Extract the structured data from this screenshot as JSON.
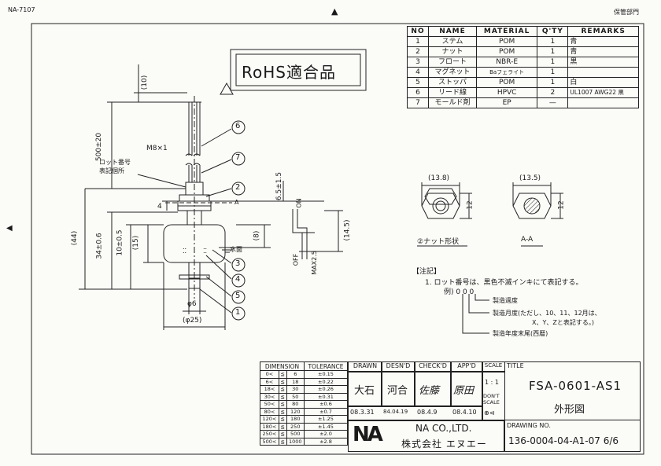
{
  "header": {
    "doc_no": "NA-7107",
    "dept": "保管部門"
  },
  "stamp": "RoHS適合品",
  "parts": {
    "headers": [
      "NO",
      "NAME",
      "MATERIAL",
      "Q'TY",
      "REMARKS"
    ],
    "rows": [
      [
        "1",
        "ステム",
        "POM",
        "1",
        "青"
      ],
      [
        "2",
        "ナット",
        "POM",
        "1",
        "青"
      ],
      [
        "3",
        "フロート",
        "NBR-E",
        "1",
        "黒"
      ],
      [
        "4",
        "マグネット",
        "Baフェライト",
        "1",
        ""
      ],
      [
        "5",
        "ストッパ",
        "POM",
        "1",
        "白"
      ],
      [
        "6",
        "リード線",
        "HPVC",
        "2",
        "UL1007 AWG22 黒"
      ],
      [
        "7",
        "モールド剤",
        "EP",
        "—",
        ""
      ]
    ]
  },
  "dims": {
    "d10": "(10)",
    "d500": "500±20",
    "m8": "M8×1",
    "lot": "ロット番号",
    "lot2": "表記個所",
    "d44": "(44)",
    "d34": "34±0.6",
    "d10b": "10±0.5",
    "d15": "(15)",
    "d4": "4",
    "d65": "6.5±1.5",
    "d8": "(8)",
    "d145": "(14.5)",
    "on": "ON",
    "off": "OFF",
    "max25": "MAX2.5",
    "water": "水面",
    "phi6": "φ6",
    "phi25": "(φ25)",
    "a": "A",
    "nut_w": "(13.8)",
    "nut_h": "12",
    "aa_w": "(13.5)",
    "aa_h": "12",
    "nut_label": "②ナット形状",
    "aa_label": "A-A"
  },
  "callouts": [
    "6",
    "7",
    "2",
    "3",
    "4",
    "5",
    "1"
  ],
  "notes": {
    "title": "【注記】",
    "line1": "1.  ロット番号は、黒色不滅インキにて表記する。",
    "example": "例)  0 0 0",
    "n1": "製造週度",
    "n2": "製造月度(ただし、10、11、12月は、",
    "n3": "X、Y、Zと表記する。)",
    "n4": "製造年度末尾(西暦)"
  },
  "tolerance": {
    "headers": [
      "DIMENSION",
      "TOLERANCE"
    ],
    "rows": [
      [
        "0<",
        "≦",
        "6",
        "±0.15"
      ],
      [
        "6<",
        "≦",
        "18",
        "±0.22"
      ],
      [
        "18<",
        "≦",
        "30",
        "±0.26"
      ],
      [
        "30<",
        "≦",
        "50",
        "±0.31"
      ],
      [
        "50<",
        "≦",
        "80",
        "±0.6"
      ],
      [
        "80<",
        "≦",
        "120",
        "±0.7"
      ],
      [
        "120<",
        "≦",
        "180",
        "±1.25"
      ],
      [
        "180<",
        "≦",
        "250",
        "±1.45"
      ],
      [
        "250<",
        "≦",
        "500",
        "±2.0"
      ],
      [
        "500<",
        "≦",
        "1000",
        "±2.8"
      ]
    ]
  },
  "titleblock": {
    "h_drawn": "DRAWN",
    "h_desn": "DESN'D",
    "h_check": "CHECK'D",
    "h_app": "APP'D",
    "h_scale": "SCALE",
    "h_title": "TITLE",
    "drawn": "大石",
    "desn": "河合",
    "check": "佐藤",
    "app": "原田",
    "d_drawn": "08.3.31",
    "d_desn": "84.04.19",
    "d_check": "08.4.9",
    "d_app": "08.4.10",
    "scale": "1 : 1",
    "dont": "DON'T",
    "dont2": "SCALE",
    "title1": "FSA-0601-AS1",
    "title2": "外形図",
    "company_en": "NA CO.,LTD.",
    "company_jp": "株式会社 エヌエー",
    "h_dwgno": "DRAWING NO.",
    "dwgno": "136-0004-04-A1-07 6/6"
  }
}
